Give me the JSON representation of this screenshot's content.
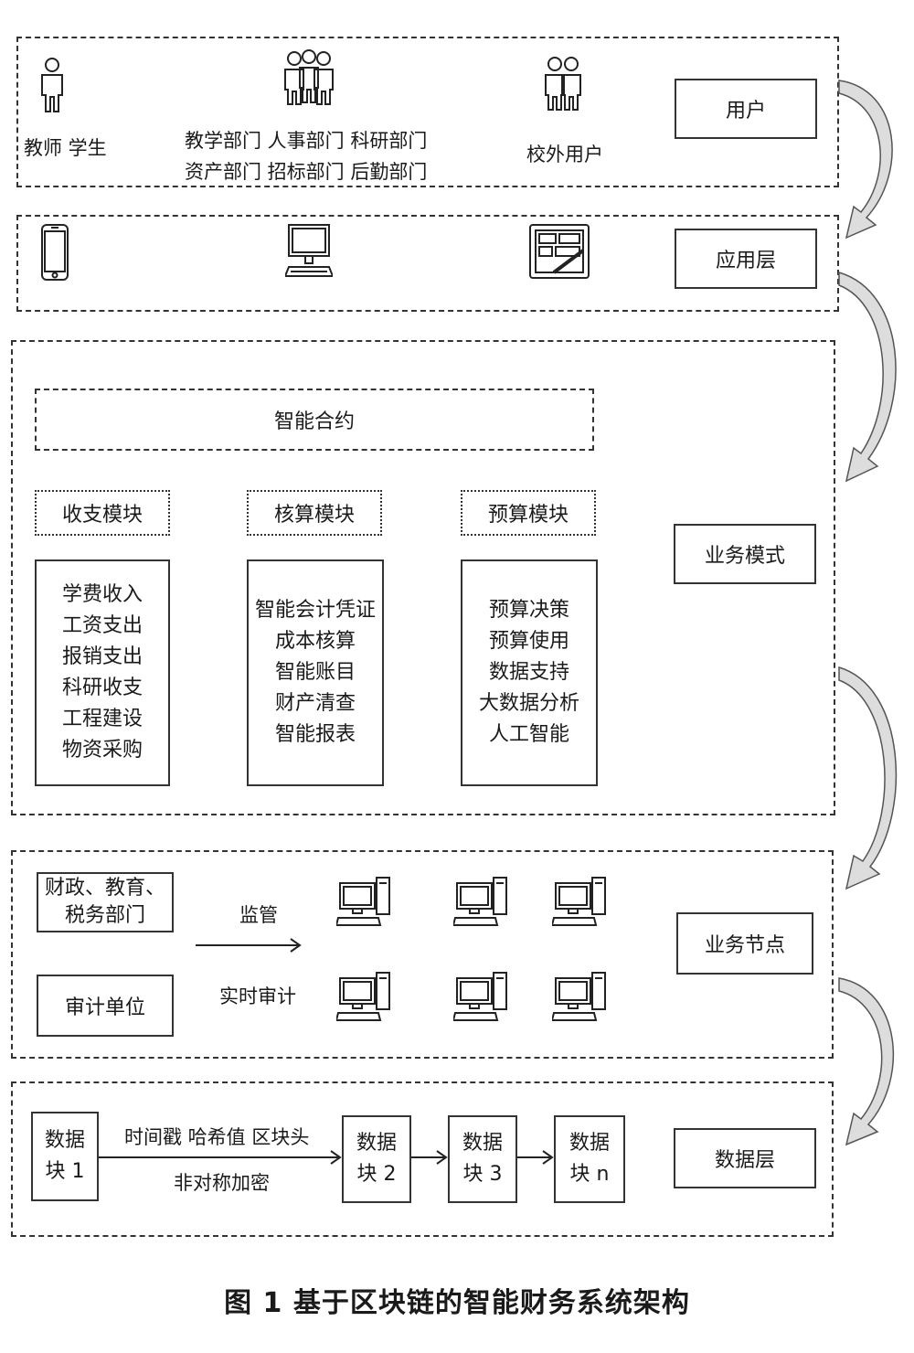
{
  "users": {
    "group1": "教师 学生",
    "group2_row1": "教学部门  人事部门  科研部门",
    "group2_row2": "资产部门  招标部门  后勤部门",
    "group3": "校外用户",
    "label": "用户"
  },
  "app_layer": {
    "label": "应用层"
  },
  "business_model": {
    "label": "业务模式",
    "smart_contract": "智能合约",
    "modules": [
      {
        "title": "收支模块",
        "items": [
          "学费收入",
          "工资支出",
          "报销支出",
          "科研收支",
          "工程建设",
          "物资采购"
        ]
      },
      {
        "title": "核算模块",
        "items": [
          "智能会计凭证",
          "成本核算",
          "智能账目",
          "财产清查",
          "智能报表"
        ]
      },
      {
        "title": "预算模块",
        "items": [
          "预算决策",
          "预算使用",
          "数据支持",
          "大数据分析",
          "人工智能"
        ]
      }
    ]
  },
  "business_nodes": {
    "label": "业务节点",
    "dept_line1": "财政、教育、",
    "dept_line2": "税务部门",
    "audit": "审计单位",
    "supervise": "监管",
    "realtime_audit": "实时审计"
  },
  "data_layer": {
    "label": "数据层",
    "block1": [
      "数据",
      "块 1"
    ],
    "block2": [
      "数据",
      "块 2"
    ],
    "block3": [
      "数据",
      "块 3"
    ],
    "blockn": [
      "数据",
      "块 n"
    ],
    "hash_text": "时间戳  哈希值  区块头",
    "encrypt_text": "非对称加密"
  },
  "caption": "图 1    基于区块链的智能财务系统架构",
  "icons": [
    "person-icon",
    "group-icon",
    "pair-icon",
    "phone-icon",
    "monitor-icon",
    "tablet-icon",
    "computer-icon"
  ]
}
